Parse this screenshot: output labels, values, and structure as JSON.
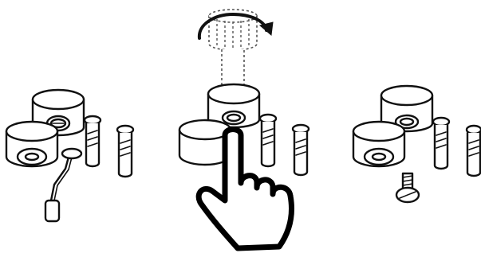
{
  "diagram": {
    "steps": [
      {
        "id": "step-1",
        "parts": [
          "spacer-large-screwed",
          "spacer-small",
          "wall-anchor",
          "wall-anchor",
          "hex-key"
        ]
      },
      {
        "id": "step-2",
        "parts": [
          "spacer-large",
          "spacer-small",
          "wall-anchor",
          "wall-anchor",
          "thumb-screw-ghost",
          "rotate-arrow",
          "hand-pointer"
        ]
      },
      {
        "id": "step-3",
        "parts": [
          "spacer-large-empty",
          "spacer-small",
          "wall-anchor",
          "wall-anchor",
          "set-screw"
        ]
      }
    ],
    "icons": {
      "rotate": "rotate-clockwise-icon",
      "hand": "hand-pointer-icon",
      "key": "hex-key-icon",
      "screw": "screw-icon"
    },
    "colors": {
      "line": "#111111",
      "fill": "#ffffff",
      "ghost": "#555555"
    }
  }
}
